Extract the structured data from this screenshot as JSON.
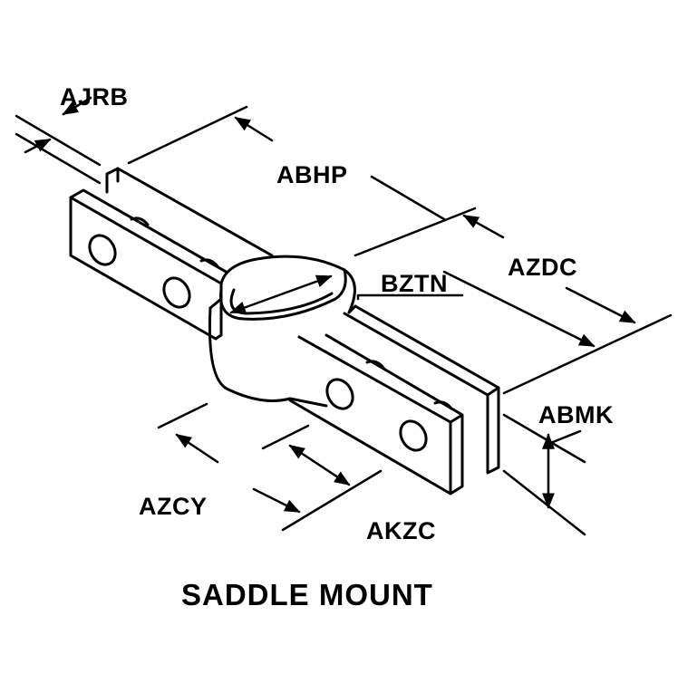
{
  "title": "SADDLE MOUNT",
  "dimensions": {
    "ajrb": "AJRB",
    "abhp": "ABHP",
    "azdc": "AZDC",
    "bztn": "BZTN",
    "abmk": "ABMK",
    "azcy": "AZCY",
    "akzc": "AKZC"
  },
  "colors": {
    "line": "#000000",
    "background": "#ffffff"
  }
}
